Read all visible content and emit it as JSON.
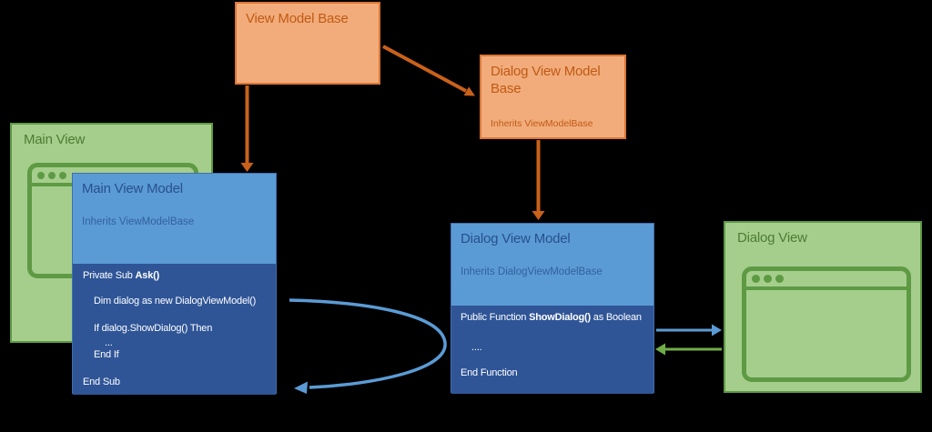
{
  "diagram": {
    "view_model_base": {
      "title": "View Model Base"
    },
    "dialog_view_model_base": {
      "title": "Dialog View Model Base",
      "subtitle": "Inherits ViewModelBase"
    },
    "main_view": {
      "title": "Main View"
    },
    "dialog_view": {
      "title": "Dialog View"
    },
    "main_view_model": {
      "title": "Main View Model",
      "subtitle": "Inherits ViewModelBase",
      "code": {
        "l1_pre": "Private Sub ",
        "l1_bold": "Ask()",
        "l2": "Dim dialog as new DialogViewModel()",
        "l3": "If dialog.ShowDialog() Then",
        "l4": "...",
        "l5": "End If",
        "l6": "End Sub"
      }
    },
    "dialog_view_model": {
      "title": "Dialog View Model",
      "subtitle": "Inherits DialogViewModelBase",
      "code": {
        "l1_pre": "Public Function ",
        "l1_bold": "ShowDialog()",
        "l1_post": " as Boolean",
        "l2": "....",
        "l3": "End Function"
      }
    },
    "icons": {
      "main_view_window": "window-icon",
      "dialog_view_window": "window-icon"
    },
    "colors": {
      "background": "#000000",
      "orange_fill": "#F2AC7B",
      "orange_border": "#DC7635",
      "orange_text": "#C05A14",
      "orange_arrow": "#C9611A",
      "green_fill": "#A5CE8C",
      "green_border": "#5E9A44",
      "green_text": "#4E7B33",
      "green_arrow": "#70AD47",
      "blue_header": "#5B9BD5",
      "blue_body": "#2F5597",
      "blue_title_text": "#27508F",
      "blue_subtitle_text": "#33609F",
      "blue_arrow": "#5B9BD5",
      "code_text": "#FFFFFF"
    }
  }
}
